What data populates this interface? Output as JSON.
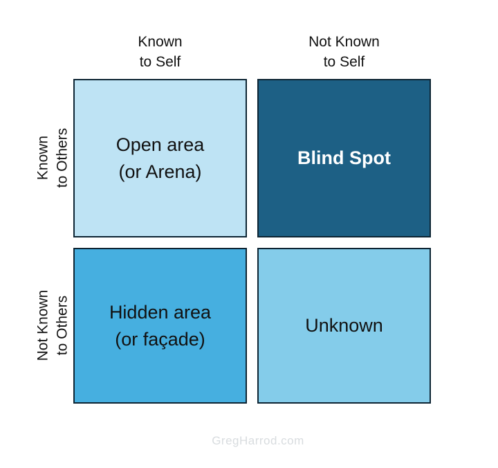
{
  "page": {
    "background_color": "#ffffff",
    "watermark": "GregHarrod.com",
    "watermark_color": "#d8dcdf",
    "border_color": "#0d2433"
  },
  "matrix": {
    "column_headers": [
      {
        "label": "Known\nto Self"
      },
      {
        "label": "Not Known\nto Self"
      }
    ],
    "row_headers": [
      {
        "label": "Known\nto Others"
      },
      {
        "label": "Not Known\nto Others"
      }
    ],
    "quadrants": [
      {
        "id": "open-area",
        "label": "Open area\n(or Arena)",
        "fill": "#bee3f4",
        "text_color": "#111111",
        "bold": false
      },
      {
        "id": "blind-spot",
        "label": "Blind Spot",
        "fill": "#1d6085",
        "text_color": "#ffffff",
        "bold": true
      },
      {
        "id": "hidden-area",
        "label": "Hidden area\n(or façade)",
        "fill": "#46afe0",
        "text_color": "#111111",
        "bold": false
      },
      {
        "id": "unknown",
        "label": "Unknown",
        "fill": "#84ccea",
        "text_color": "#111111",
        "bold": false
      }
    ]
  }
}
